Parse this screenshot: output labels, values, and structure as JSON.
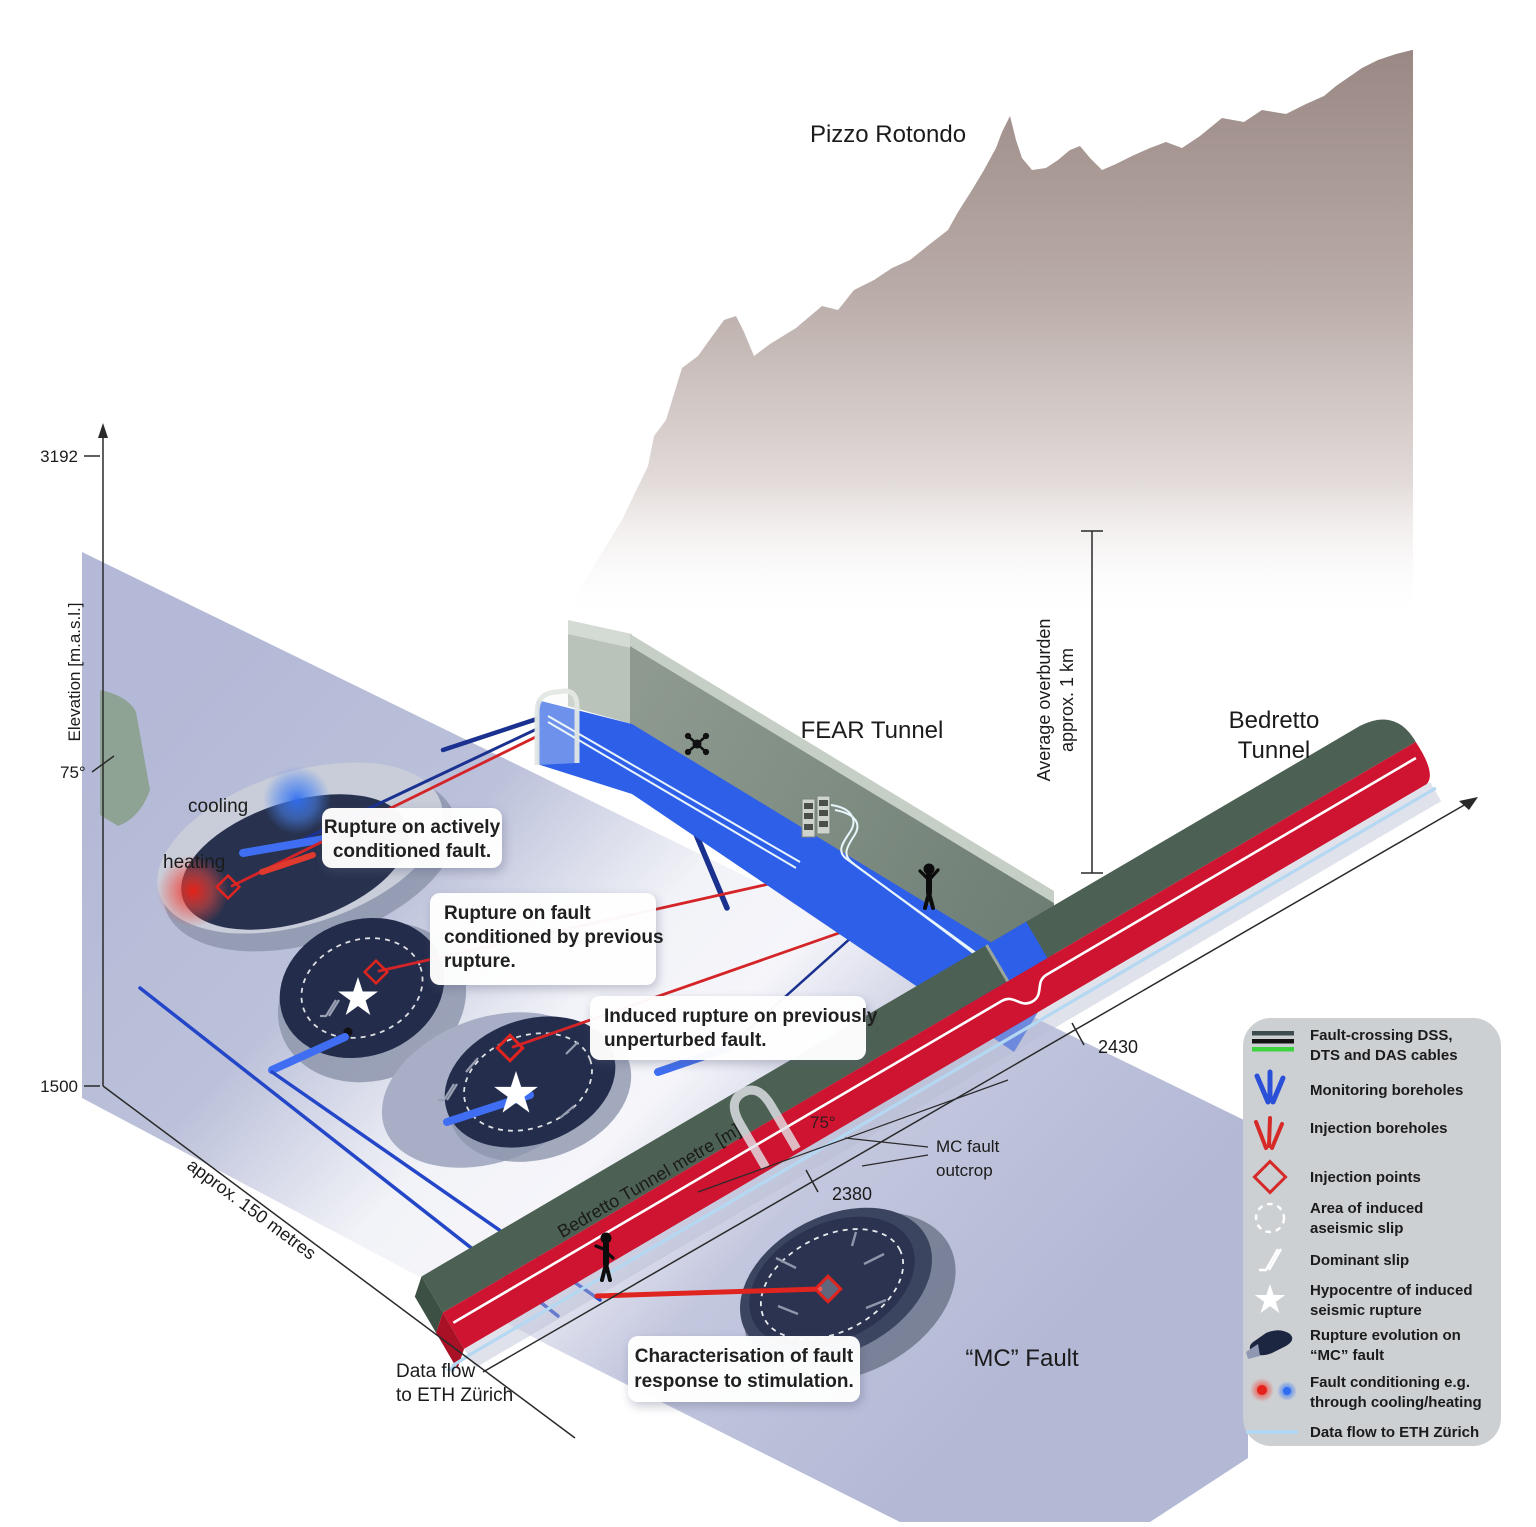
{
  "scene": {
    "mountain_label": "Pizzo Rotondo",
    "fear_tunnel_label": "FEAR Tunnel",
    "bedretto_label_line1": "Bedretto",
    "bedretto_label_line2": "Tunnel",
    "mc_fault_label": "“MC” Fault",
    "cooling_label": "cooling",
    "heating_label": "heating"
  },
  "axes": {
    "elevation": {
      "label": "Elevation [m.a.s.l.]",
      "tick_top": "3192",
      "tick_bottom": "1500",
      "dip": "75°"
    },
    "strike": {
      "label": "approx. 150 metres"
    },
    "tunnel_metre": {
      "label": "Bedretto Tunnel metre [m]",
      "tick_2380": "2380",
      "tick_2430": "2430",
      "dip": "75°"
    },
    "overburden": {
      "line1": "Average overburden",
      "line2": "approx. 1 km"
    }
  },
  "annotations": {
    "outcrop": {
      "line1": "MC fault",
      "line2": "outcrop"
    },
    "data_flow": {
      "line1": "Data flow",
      "line2": "to ETH Zürich"
    },
    "callout_active": {
      "line1": "Rupture on actively",
      "line2": "conditioned fault."
    },
    "callout_previous": {
      "line1": "Rupture on fault",
      "line2": "conditioned by previous",
      "line3": "rupture."
    },
    "callout_unperturbed": {
      "line1": "Induced rupture on previously",
      "line2": "unperturbed fault."
    },
    "callout_characterisation": {
      "line1": "Characterisation of fault",
      "line2": "response to stimulation."
    }
  },
  "legend": {
    "items": [
      {
        "icon": "dss-dts-das-cables-icon",
        "line1": "Fault-crossing DSS,",
        "line2": "DTS and DAS cables"
      },
      {
        "icon": "monitoring-boreholes-icon",
        "line1": "Monitoring boreholes",
        "line2": ""
      },
      {
        "icon": "injection-boreholes-icon",
        "line1": "Injection boreholes",
        "line2": ""
      },
      {
        "icon": "injection-points-icon",
        "line1": "Injection points",
        "line2": ""
      },
      {
        "icon": "aseismic-slip-icon",
        "line1": "Area of induced",
        "line2": "aseismic slip"
      },
      {
        "icon": "dominant-slip-icon",
        "line1": "Dominant slip",
        "line2": ""
      },
      {
        "icon": "hypocentre-star-icon",
        "line1": "Hypocentre of induced",
        "line2": "seismic rupture"
      },
      {
        "icon": "rupture-evolution-icon",
        "line1": "Rupture evolution on",
        "line2": "“MC” fault"
      },
      {
        "icon": "fault-conditioning-icon",
        "line1": "Fault conditioning e.g.",
        "line2": "through cooling/heating"
      },
      {
        "icon": "data-flow-icon",
        "line1": "Data flow to ETH Zürich",
        "line2": ""
      }
    ]
  },
  "colors": {
    "fear_tunnel_blue": "#2e5fe8",
    "bedretto_green": "#4c6153",
    "bedretto_red": "#ce1430",
    "fault_plane_lavender": "#b5bad7",
    "injection_red": "#e0241f",
    "monitoring_navy": "#1a3190",
    "monitoring_bright_blue": "#3f6ef2",
    "cable_green": "#3ed43e",
    "data_flow_blue": "#b5d8f2",
    "legend_panel_grey": "#cbced2",
    "mountain_mauve": "#9c8a86"
  }
}
